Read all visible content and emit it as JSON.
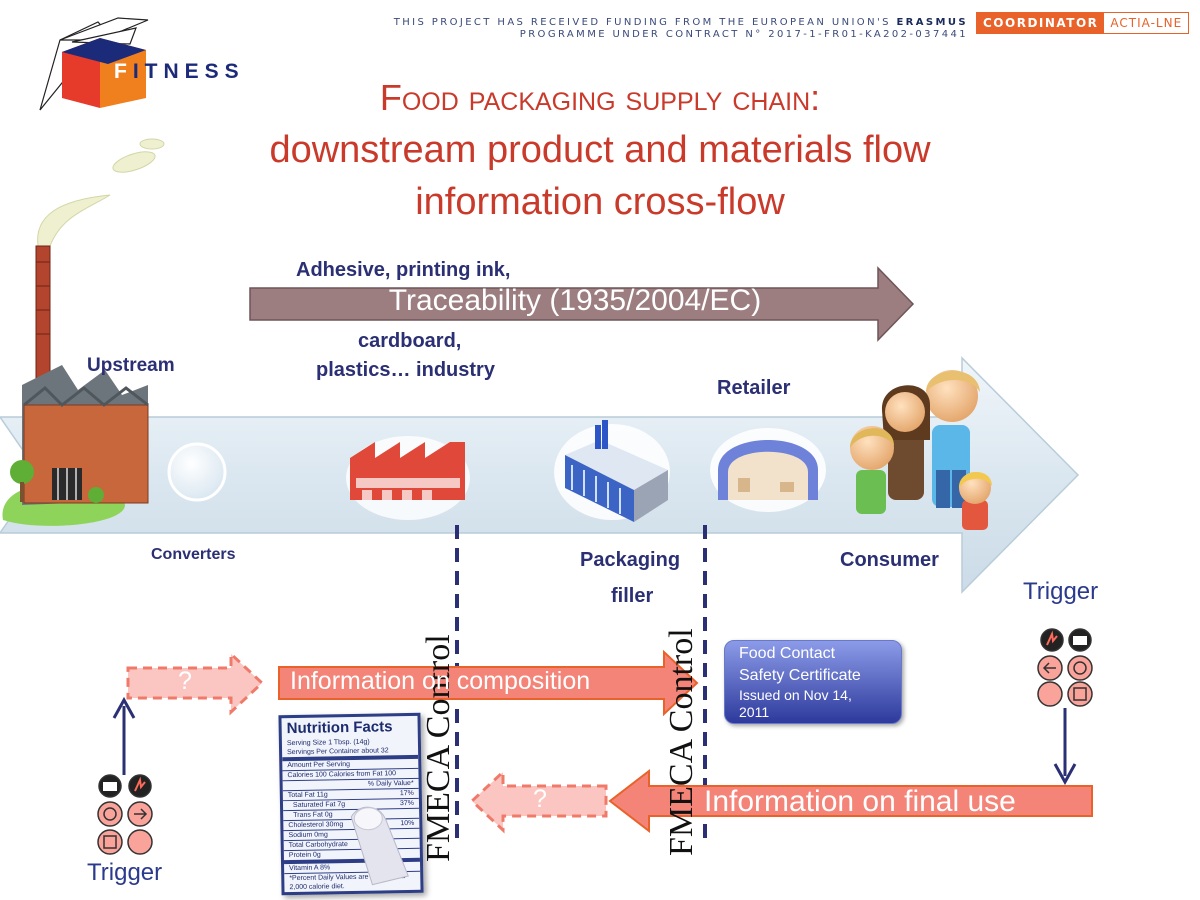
{
  "header": {
    "funding_line1_prefix": "THIS PROJECT HAS RECEIVED FUNDING FROM THE EUROPEAN UNION'S",
    "funding_line1_bold": "ERASMUS",
    "funding_line2": "PROGRAMME UNDER CONTRACT N° 2017-1-FR01-KA202-037441",
    "coordinator_label": "COORDINATOR",
    "coordinator_value": "ACTIA-LNE"
  },
  "logo": {
    "letter": "F",
    "rest": "ITNESS"
  },
  "title": {
    "line1": "Food packaging supply chain:",
    "line2": "downstream product and materials flow",
    "line3": "information cross-flow"
  },
  "flow": {
    "industry_line1": "Adhesive, printing ink,",
    "traceability": "Traceability (1935/2004/EC)",
    "industry_line2": "cardboard,",
    "industry_line3": "plastics… industry",
    "upstream": "Upstream",
    "converters": "Converters",
    "packaging_filler_line1": "Packaging",
    "packaging_filler_line2": "filler",
    "retailer": "Retailer",
    "consumer": "Consumer"
  },
  "controls": {
    "fmeca_left": "FMECA Control",
    "fmeca_right": "FMECA Control"
  },
  "certificate": {
    "line1": "Food Contact",
    "line2": "Safety Certificate",
    "issued_line1": "Issued on Nov 14,",
    "issued_line2": "2011"
  },
  "information": {
    "composition": "Information on composition",
    "final_use": "Information on final use",
    "unknown_top": "?",
    "unknown_bottom": "?"
  },
  "triggers": {
    "right_label": "Trigger",
    "left_label": "Trigger"
  },
  "nutrition": {
    "title": "Nutrition Facts",
    "serving_size": "Serving Size 1 Tbsp. (14g)",
    "servings": "Servings Per Container about 32",
    "amount": "Amount Per Serving",
    "calories": "Calories 100   Calories from Fat 100",
    "dv_header": "% Daily Value*",
    "total_fat": "Total Fat 11g",
    "total_fat_dv": "17%",
    "sat_fat": "Saturated Fat 7g",
    "sat_fat_dv": "37%",
    "trans_fat": "Trans Fat 0g",
    "cholesterol": "Cholesterol 30mg",
    "cholesterol_dv": "10%",
    "sodium": "Sodium 0mg",
    "carbs": "Total Carbohydrate",
    "protein": "Protein 0g",
    "vitamin": "Vitamin A 8%",
    "footnote": "*Percent Daily Values are based on a 2,000 calorie diet."
  },
  "colors": {
    "title_red": "#c93a2b",
    "navy": "#2b2f73",
    "main_arrow": "#dde9f2",
    "traceability_arrow": "#9c7d80",
    "info_arrow": "#f58478",
    "info_arrow_border": "#e8622a",
    "certificate_blue": "#3a47a8"
  }
}
